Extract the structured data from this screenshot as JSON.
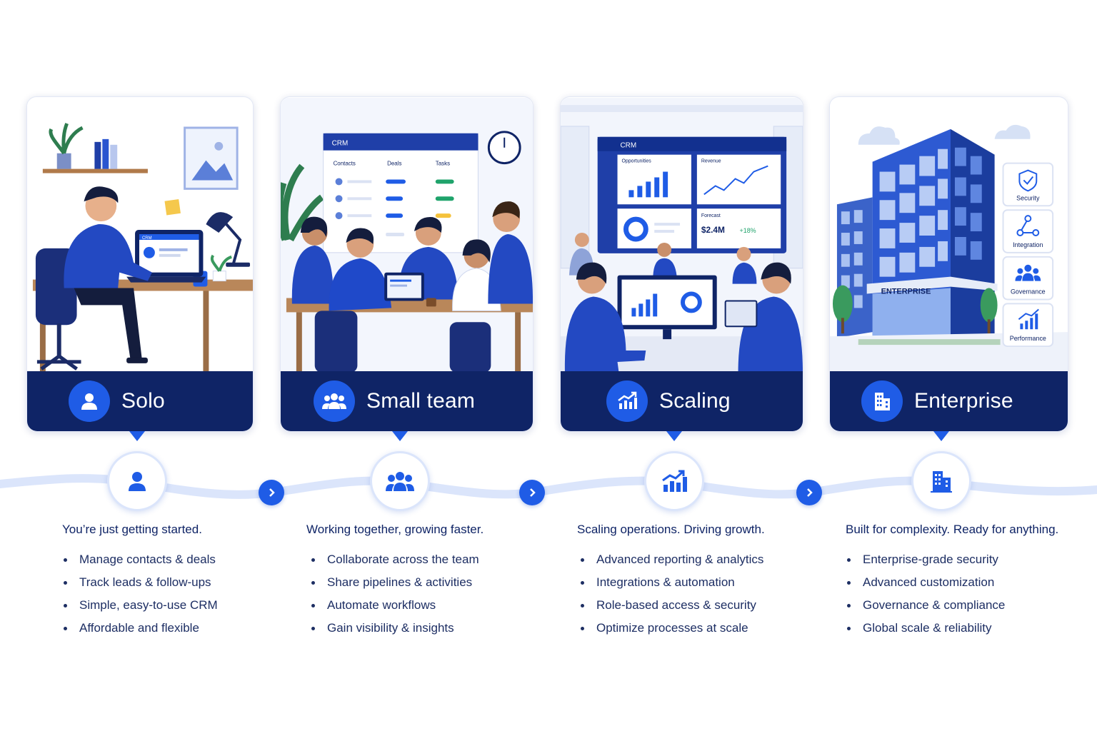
{
  "stages": [
    {
      "id": "solo",
      "title": "Solo",
      "icon": "user-icon",
      "tagline": "You’re just getting started.",
      "bullets": [
        "Manage contacts & deals",
        "Track leads & follow-ups",
        "Simple, easy-to-use CRM",
        "Affordable and flexible"
      ],
      "scene": {
        "laptop_label": "CRM"
      }
    },
    {
      "id": "small-team",
      "title": "Small team",
      "icon": "team-icon",
      "tagline": "Working together, growing faster.",
      "bullets": [
        "Collaborate across the team",
        "Share pipelines & activities",
        "Automate workflows",
        "Gain visibility & insights"
      ],
      "scene": {
        "board_title": "CRM",
        "columns": [
          "Contacts",
          "Deals",
          "Tasks"
        ]
      }
    },
    {
      "id": "scaling",
      "title": "Scaling",
      "icon": "growth-chart-icon",
      "tagline": "Scaling operations. Driving growth.",
      "bullets": [
        "Advanced reporting & analytics",
        "Integrations & automation",
        "Role-based access & security",
        "Optimize processes at scale"
      ],
      "scene": {
        "board_title": "CRM",
        "panel_opportunities": "Opportunities",
        "panel_revenue": "Revenue",
        "panel_forecast": "Forecast",
        "forecast_value": "$2.4M",
        "forecast_change": "+18%"
      }
    },
    {
      "id": "enterprise",
      "title": "Enterprise",
      "icon": "building-icon",
      "tagline": "Built for complexity. Ready for anything.",
      "bullets": [
        "Enterprise-grade security",
        "Advanced customization",
        "Governance & compliance",
        "Global scale & reliability"
      ],
      "scene": {
        "sign": "ENTERPRISE",
        "badges": [
          "Security",
          "Integration",
          "Governance",
          "Performance"
        ]
      }
    }
  ],
  "colors": {
    "navy": "#0f2466",
    "accent": "#1f5ce6",
    "light": "#dbe5fb",
    "green": "#1fa36b"
  }
}
